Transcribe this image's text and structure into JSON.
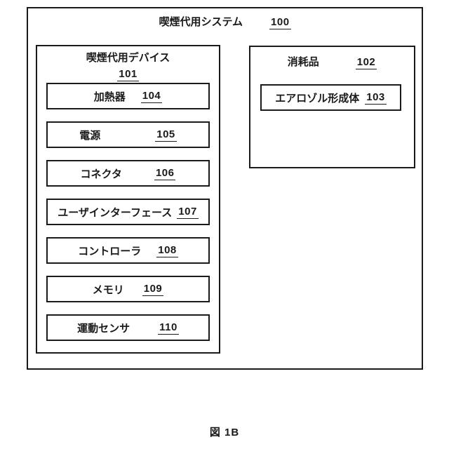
{
  "figure": {
    "system": {
      "label": "喫煙代用システム",
      "ref": "100"
    },
    "device": {
      "label": "喫煙代用デバイス",
      "ref": "101",
      "components": [
        {
          "label": "加熱器",
          "ref": "104"
        },
        {
          "label": "電源",
          "ref": "105"
        },
        {
          "label": "コネクタ",
          "ref": "106"
        },
        {
          "label": "ユーザインターフェース",
          "ref": "107"
        },
        {
          "label": "コントローラ",
          "ref": "108"
        },
        {
          "label": "メモリ",
          "ref": "109"
        },
        {
          "label": "運動センサ",
          "ref": "110"
        }
      ]
    },
    "consumable": {
      "label": "消耗品",
      "ref": "102",
      "components": [
        {
          "label": "エアロゾル形成体",
          "ref": "103"
        }
      ]
    },
    "caption": "図 1B",
    "colors": {
      "line": "#1a1a1a",
      "background": "#ffffff",
      "text": "#1a1a1a"
    }
  }
}
